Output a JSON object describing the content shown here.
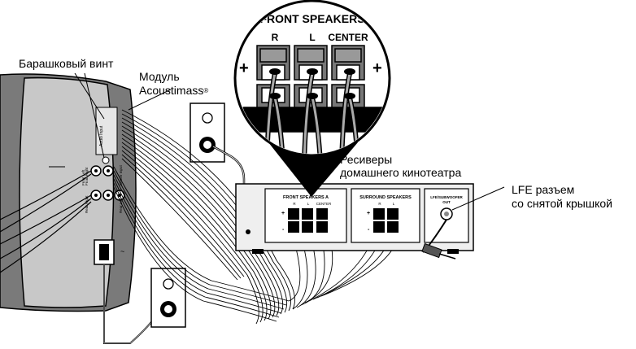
{
  "labels": {
    "thumbscrew": "Барашковый винт",
    "module_line1": "Модуль",
    "module_line2": "Acoustimass",
    "module_reg": "®",
    "receiver_line1": "Ресиверы",
    "receiver_line2": "домашнего кинотеатра",
    "lfe_line1": "LFE разъем",
    "lfe_line2": "со снятой крышкой"
  },
  "magnifier": {
    "title": "FRONT SPEAKERS",
    "channels": [
      "R",
      "L",
      "CENTER"
    ],
    "plus": "+",
    "minus": "–"
  },
  "receiver_panel": {
    "front_title": "FRONT SPEAKERS A",
    "front_channels": [
      "R",
      "L",
      "CENTER"
    ],
    "surround_title": "SURROUND SPEAKERS",
    "surround_channels": [
      "R",
      "L"
    ],
    "lfe_title": "LFE/SUBWOOFER",
    "lfe_sub": "OUT"
  },
  "module_panel": {
    "audio_input": "Audio Input",
    "jacks": [
      "Front Right",
      "Front Left",
      "Center Input",
      "Rear Right",
      "Rear Left"
    ],
    "power": "~"
  },
  "colors": {
    "line": "#000000",
    "module_fill": "#c8c8c8",
    "receiver_fill": "#efefef",
    "panel_fill": "#ffffff",
    "cable": "#555555"
  }
}
